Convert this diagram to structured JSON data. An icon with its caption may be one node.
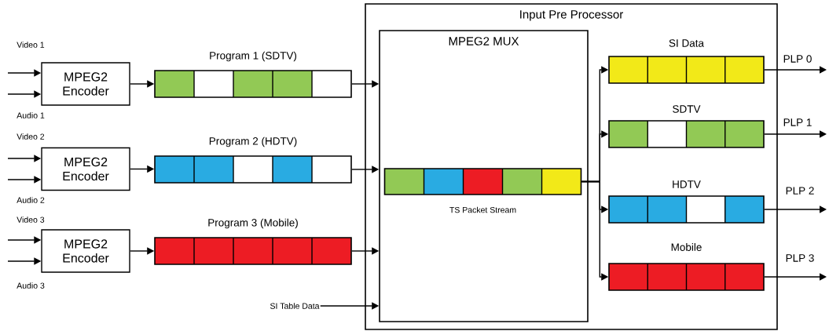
{
  "diagram": {
    "nodes": [
      {
        "text": [
          "MPEG2 Encoder"
        ]
      },
      {
        "text": [
          "Program 1 (SDTV)"
        ]
      },
      {
        "text": [
          "MPEG2 Encoder"
        ]
      },
      {
        "text": [
          "Program 2 (HDTV)"
        ]
      },
      {
        "text": [
          "MPEG2 Encoder"
        ]
      },
      {
        "text": [
          "Program 3 (Mobile)"
        ]
      },
      {
        "text": [
          "SI Table Data"
        ]
      },
      {
        "text": [
          "Input Pre Processor"
        ]
      },
      {
        "text": [
          "MPEG2 MUX"
        ],
        "in": 7
      },
      {
        "text": [
          "TS Packet Stream"
        ],
        "in": 8
      },
      {
        "text": [
          "SI Data"
        ],
        "in": 7
      },
      {
        "text": [
          "SDTV"
        ],
        "in": 7
      },
      {
        "text": [
          "HDTV"
        ],
        "in": 7
      },
      {
        "text": [
          "Mobile"
        ],
        "in": 7
      }
    ],
    "edges": [
      {
        "from": null,
        "to": 0,
        "arrow": "to",
        "label": "Video 1"
      },
      {
        "from": null,
        "to": 0,
        "arrow": "to",
        "label": "Audio 1"
      },
      {
        "from": 0,
        "to": 1,
        "arrow": "to"
      },
      {
        "from": null,
        "to": 2,
        "arrow": "to",
        "label": "Video 2"
      },
      {
        "from": null,
        "to": 2,
        "arrow": "to",
        "label": "Audio 2"
      },
      {
        "from": 2,
        "to": 3,
        "arrow": "to"
      },
      {
        "from": null,
        "to": 4,
        "arrow": "to",
        "label": "Video 3"
      },
      {
        "from": null,
        "to": 4,
        "arrow": "to",
        "label": "Audio 3"
      },
      {
        "from": 4,
        "to": 5,
        "arrow": "to"
      },
      {
        "from": 1,
        "to": 8,
        "arrow": "to"
      },
      {
        "from": 3,
        "to": 8,
        "arrow": "to"
      },
      {
        "from": 5,
        "to": 8,
        "arrow": "to"
      },
      {
        "from": 6,
        "to": 8,
        "arrow": "to"
      },
      {
        "from": 9,
        "to": 10,
        "arrow": "to"
      },
      {
        "from": 9,
        "to": 11,
        "arrow": "to"
      },
      {
        "from": 9,
        "to": 12,
        "arrow": "to"
      },
      {
        "from": 9,
        "to": 13,
        "arrow": "to"
      },
      {
        "from": 10,
        "to": null,
        "arrow": "to",
        "label": "PLP 0"
      },
      {
        "from": 11,
        "to": null,
        "arrow": "to",
        "label": "PLP 1"
      },
      {
        "from": 12,
        "to": null,
        "arrow": "to",
        "label": "PLP 2"
      },
      {
        "from": 13,
        "to": null,
        "arrow": "to",
        "label": "PLP 3"
      }
    ]
  }
}
